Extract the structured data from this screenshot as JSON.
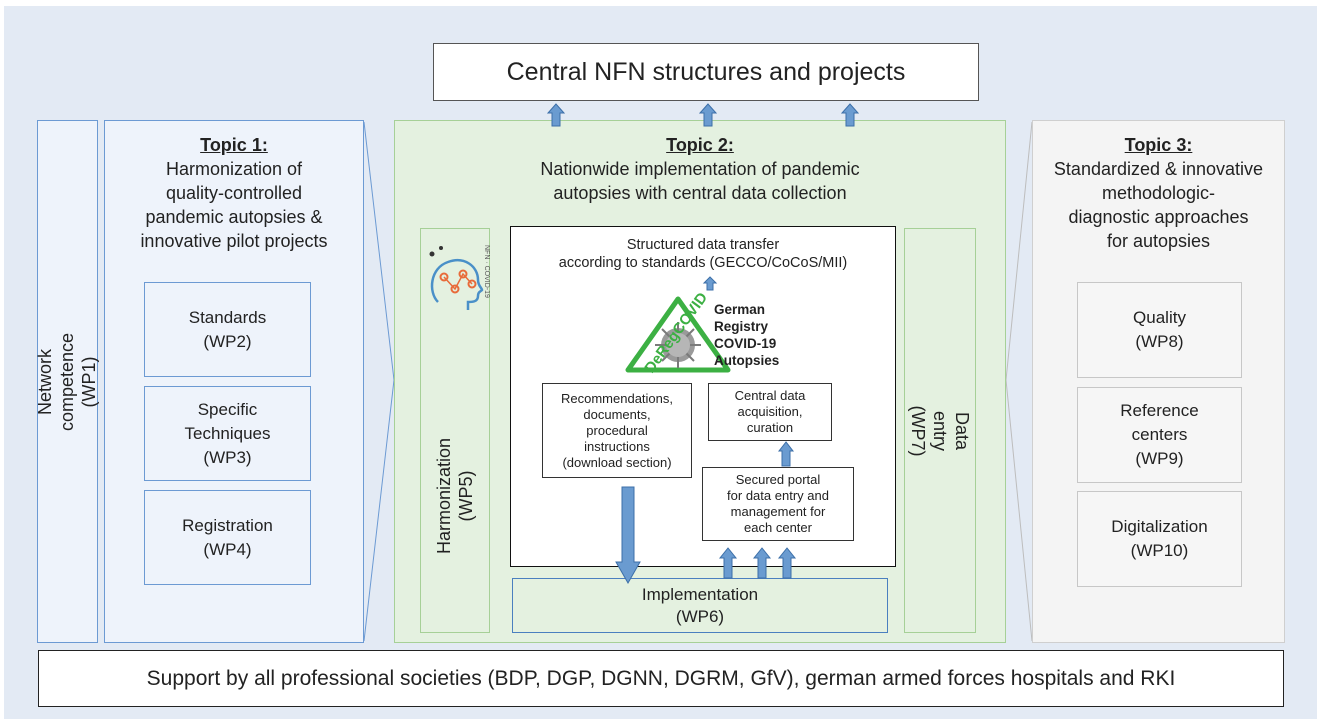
{
  "central": {
    "label": "Central NFN structures and projects"
  },
  "support": {
    "label": "Support by all professional societies (BDP, DGP, DGNN, DGRM, GfV), german armed forces hospitals and RKI"
  },
  "network": {
    "label": "Network competence\n(WP1)"
  },
  "topic1": {
    "heading": "Topic 1:",
    "subtitle": "Harmonization of\nquality-controlled\npandemic autopsies &\ninnovative pilot projects",
    "wps": [
      "Standards\n(WP2)",
      "Specific\nTechniques\n(WP3)",
      "Registration\n(WP4)"
    ]
  },
  "topic2": {
    "heading": "Topic 2:",
    "subtitle": "Nationwide implementation of pandemic\nautopsies with central data collection",
    "harmonization": "Harmonization\n(WP5)",
    "data_entry": "Data entry\n(WP7)",
    "transfer": "Structured data transfer\naccording to standards (GECCO/CoCoS/MII)",
    "registry_logo": "DeRegCOVID",
    "registry_name": "German\nRegistry\nCOVID-19\nAutopsies",
    "logo_text": "NFN · COVID-19",
    "recommendations": "Recommendations,\ndocuments,\nprocedural\ninstructions\n(download section)",
    "central_data": "Central data\nacquisition,\ncuration",
    "portal": "Secured portal\nfor data entry and\nmanagement for\neach center",
    "implementation": "Implementation\n(WP6)"
  },
  "topic3": {
    "heading": "Topic 3:",
    "subtitle": "Standardized & innovative\nmethodologic-\ndiagnostic approaches\nfor autopsies",
    "wps": [
      "Quality\n(WP8)",
      "Reference\ncenters\n(WP9)",
      "Digitalization\n(WP10)"
    ]
  },
  "colors": {
    "arrow": "#6a9bd0",
    "arrow_stroke": "#3c6fa8",
    "triangle": "#3cb043",
    "background": "#e3eaf4"
  }
}
